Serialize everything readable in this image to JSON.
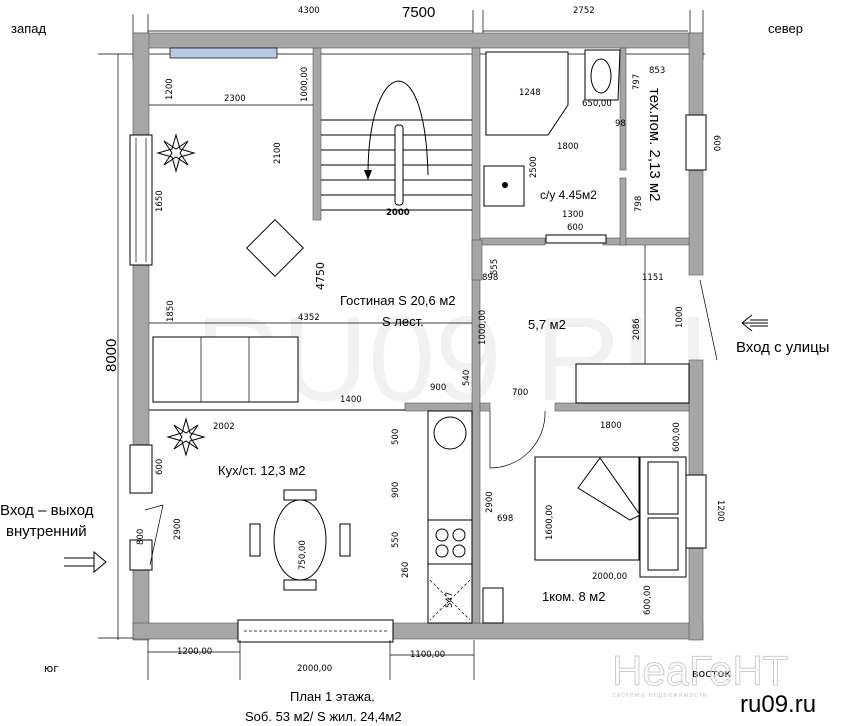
{
  "compass": {
    "west": "запад",
    "north": "север",
    "south": "юг",
    "east": "восток"
  },
  "rooms": {
    "living": "Гостиная S 20,6 м2",
    "stairs": "S лест.",
    "hall": "5,7 м2",
    "bathroom": "с/у 4.45м2",
    "tech_room": "тех.пом. 2,13 м2",
    "kitchen": "Кух/ст. 12,3 м2",
    "bedroom": "1ком. 8 м2"
  },
  "entrances": {
    "street": "Вход с улицы",
    "internal_line1": "Вход – выход",
    "internal_line2": "внутренний"
  },
  "dimensions": {
    "total_width": "7500",
    "total_height": "8000",
    "top_left": "4300",
    "top_right": "2752",
    "d1200": "1200",
    "d2300": "2300",
    "d1000": "1000,00",
    "d2100": "2100",
    "d1650": "1650",
    "d4750": "4750",
    "d1850": "1850",
    "d4352": "4352",
    "d1400": "1400",
    "d2002": "2002",
    "d600w": "600",
    "d800": "800",
    "d2900l": "2900",
    "d750": "750,00",
    "d2000stairs": "2000",
    "d1248": "1248",
    "d650": "650,00",
    "d797": "797",
    "d853": "853",
    "d98": "98",
    "d1800top": "1800",
    "d2500": "2500",
    "d1300": "1300",
    "d600door": "600",
    "d798": "798",
    "d600e": "600",
    "d555": "555",
    "d898": "898",
    "d1151": "1151",
    "d1000e": "1000",
    "d2086": "2086",
    "d1000h": "1000,00",
    "d900": "900",
    "d540": "540",
    "d700": "700",
    "d500": "500",
    "d900k": "900",
    "d550": "550",
    "d260": "260",
    "d547": "547",
    "d1800bed": "1800",
    "d600bed": "600,00",
    "d2900r": "2900",
    "d698": "698",
    "d1600": "1600,00",
    "d2000bed": "2000,00",
    "d600bed2": "600,00",
    "d1200e": "1200",
    "bottom_1200": "1200,00",
    "bottom_2000": "2000,00",
    "bottom_1100": "1100,00"
  },
  "caption": {
    "line1": "План 1 этажа.",
    "line2": "Sоб. 53 м2/ S жил. 24,4м2"
  },
  "watermarks": {
    "center": "RU09.RU",
    "agency": "НеаГеНТ",
    "agency_sub": "система недвижимости",
    "site": "ru09.ru"
  }
}
